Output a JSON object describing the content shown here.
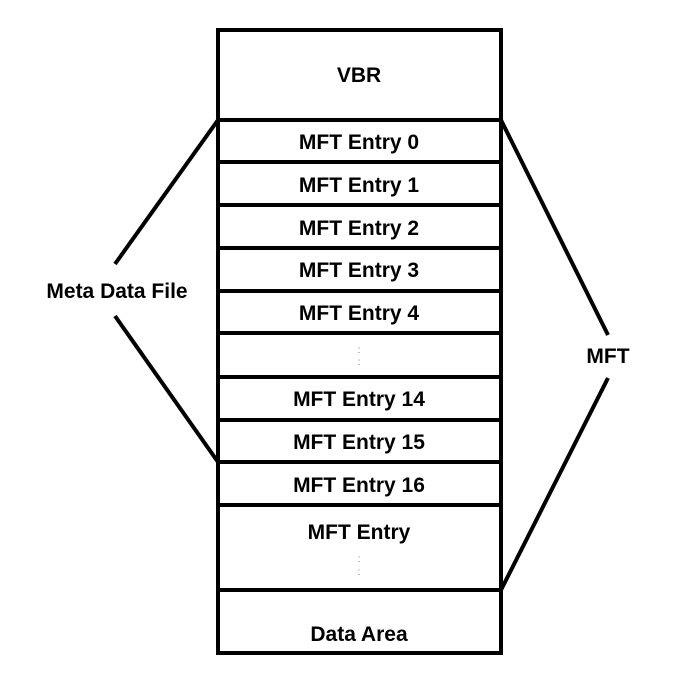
{
  "blocks": {
    "vbr": "VBR",
    "entry0": "MFT Entry 0",
    "entry1": "MFT Entry 1",
    "entry2": "MFT Entry 2",
    "entry3": "MFT Entry 3",
    "entry4": "MFT Entry 4",
    "gap_dots": ":",
    "entry14": "MFT Entry 14",
    "entry15": "MFT Entry 15",
    "entry16": "MFT Entry 16",
    "entry_more": "MFT Entry",
    "entry_more_dots": ":",
    "data_area": "Data Area"
  },
  "labels": {
    "meta_data_file": "Meta Data File",
    "mft": "MFT"
  },
  "colors": {
    "stroke": "#000000",
    "background": "#ffffff"
  }
}
